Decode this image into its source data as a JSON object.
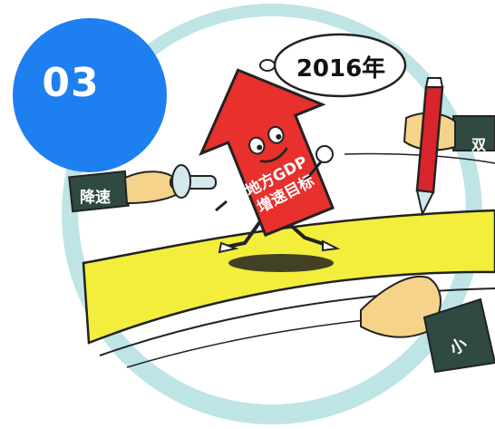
{
  "badge": {
    "number": "03",
    "color": "#1e7ff0"
  },
  "speech_bubble": {
    "text": "2016年"
  },
  "arrow_label": {
    "line1": "地方GDP",
    "line2": "增速目标"
  },
  "left_cuff_text": "降速",
  "right_cuff_text": "双",
  "bottom_cuff_text": "小",
  "colors": {
    "arrow_red": "#e8302c",
    "road_yellow": "#f3ee3c",
    "ring_teal": "#bfe4e6",
    "pen_red": "#d8252b",
    "skin": "#f5d38a",
    "cuff_dark": "#2f4a43"
  }
}
